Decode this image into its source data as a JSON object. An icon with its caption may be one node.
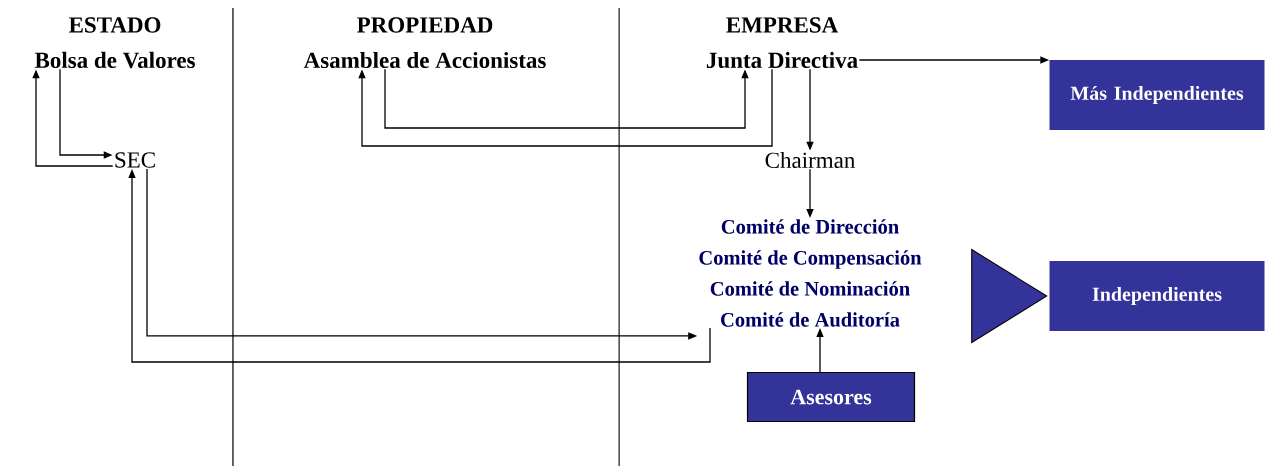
{
  "diagram": {
    "nodes": [
      {
        "text": [
          "Bolsa de Valores"
        ]
      },
      {
        "text": [
          "Asamblea de Accionistas"
        ]
      },
      {
        "text": [
          "Junta Directiva"
        ]
      },
      {
        "text": [
          "Más Independientes"
        ]
      },
      {
        "text": [
          "SEC"
        ]
      },
      {
        "text": [
          "Chairman"
        ]
      },
      {
        "text": [
          "Comité de Dirección",
          "Comité de Compensación",
          "Comité de Nominación",
          "Comité de Auditoría"
        ]
      },
      {
        "text": [],
        "shape": "triangle"
      },
      {
        "text": [
          "Independientes"
        ]
      },
      {
        "text": [
          "Asesores"
        ]
      }
    ],
    "edges": [
      {
        "from": 0,
        "to": 4,
        "arrow": "to"
      },
      {
        "from": 4,
        "to": 0,
        "arrow": "to"
      },
      {
        "from": 1,
        "to": 2,
        "arrow": "to"
      },
      {
        "from": 2,
        "to": 1,
        "arrow": "to"
      },
      {
        "from": 2,
        "to": 3,
        "arrow": "to"
      },
      {
        "from": 2,
        "to": 5,
        "arrow": "to"
      },
      {
        "from": 5,
        "to": 6,
        "arrow": "to"
      },
      {
        "from": 9,
        "to": 6,
        "arrow": "to"
      },
      {
        "from": 4,
        "to": 6,
        "arrow": "to"
      },
      {
        "from": 6,
        "to": 4,
        "arrow": "to"
      }
    ],
    "labels": [
      "ESTADO",
      "PROPIEDAD",
      "EMPRESA"
    ]
  }
}
